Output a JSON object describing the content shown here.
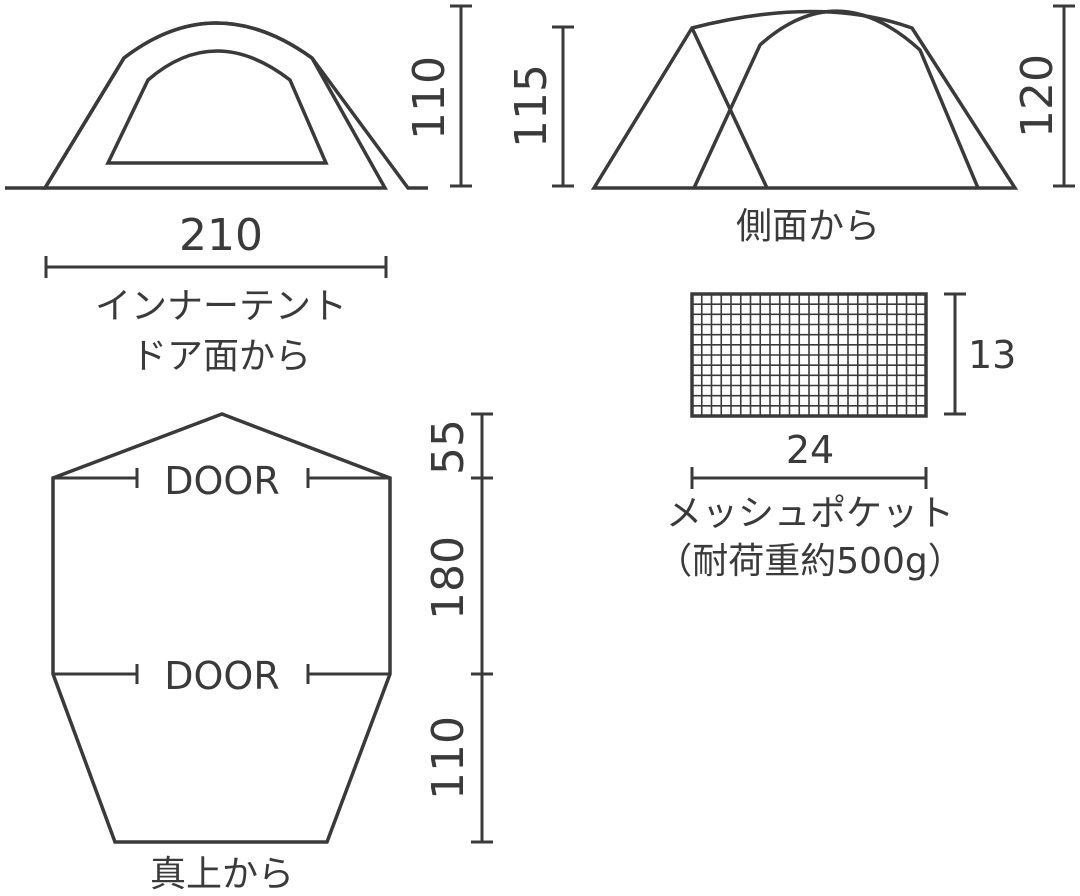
{
  "front_view": {
    "height": "110",
    "width": "210",
    "label_line1": "インナーテント",
    "label_line2": "ドア面から"
  },
  "side_view": {
    "height_left": "115",
    "height_right": "120",
    "label": "側面から"
  },
  "pocket": {
    "height": "13",
    "width": "24",
    "label_line1": "メッシュポケット",
    "label_line2": "（耐荷重約500g）"
  },
  "top_view": {
    "door_top": "DOOR",
    "door_bottom": "DOOR",
    "dim_vestibule_top": "55",
    "dim_body": "180",
    "dim_vestibule_bottom": "110",
    "label": "真上から"
  }
}
